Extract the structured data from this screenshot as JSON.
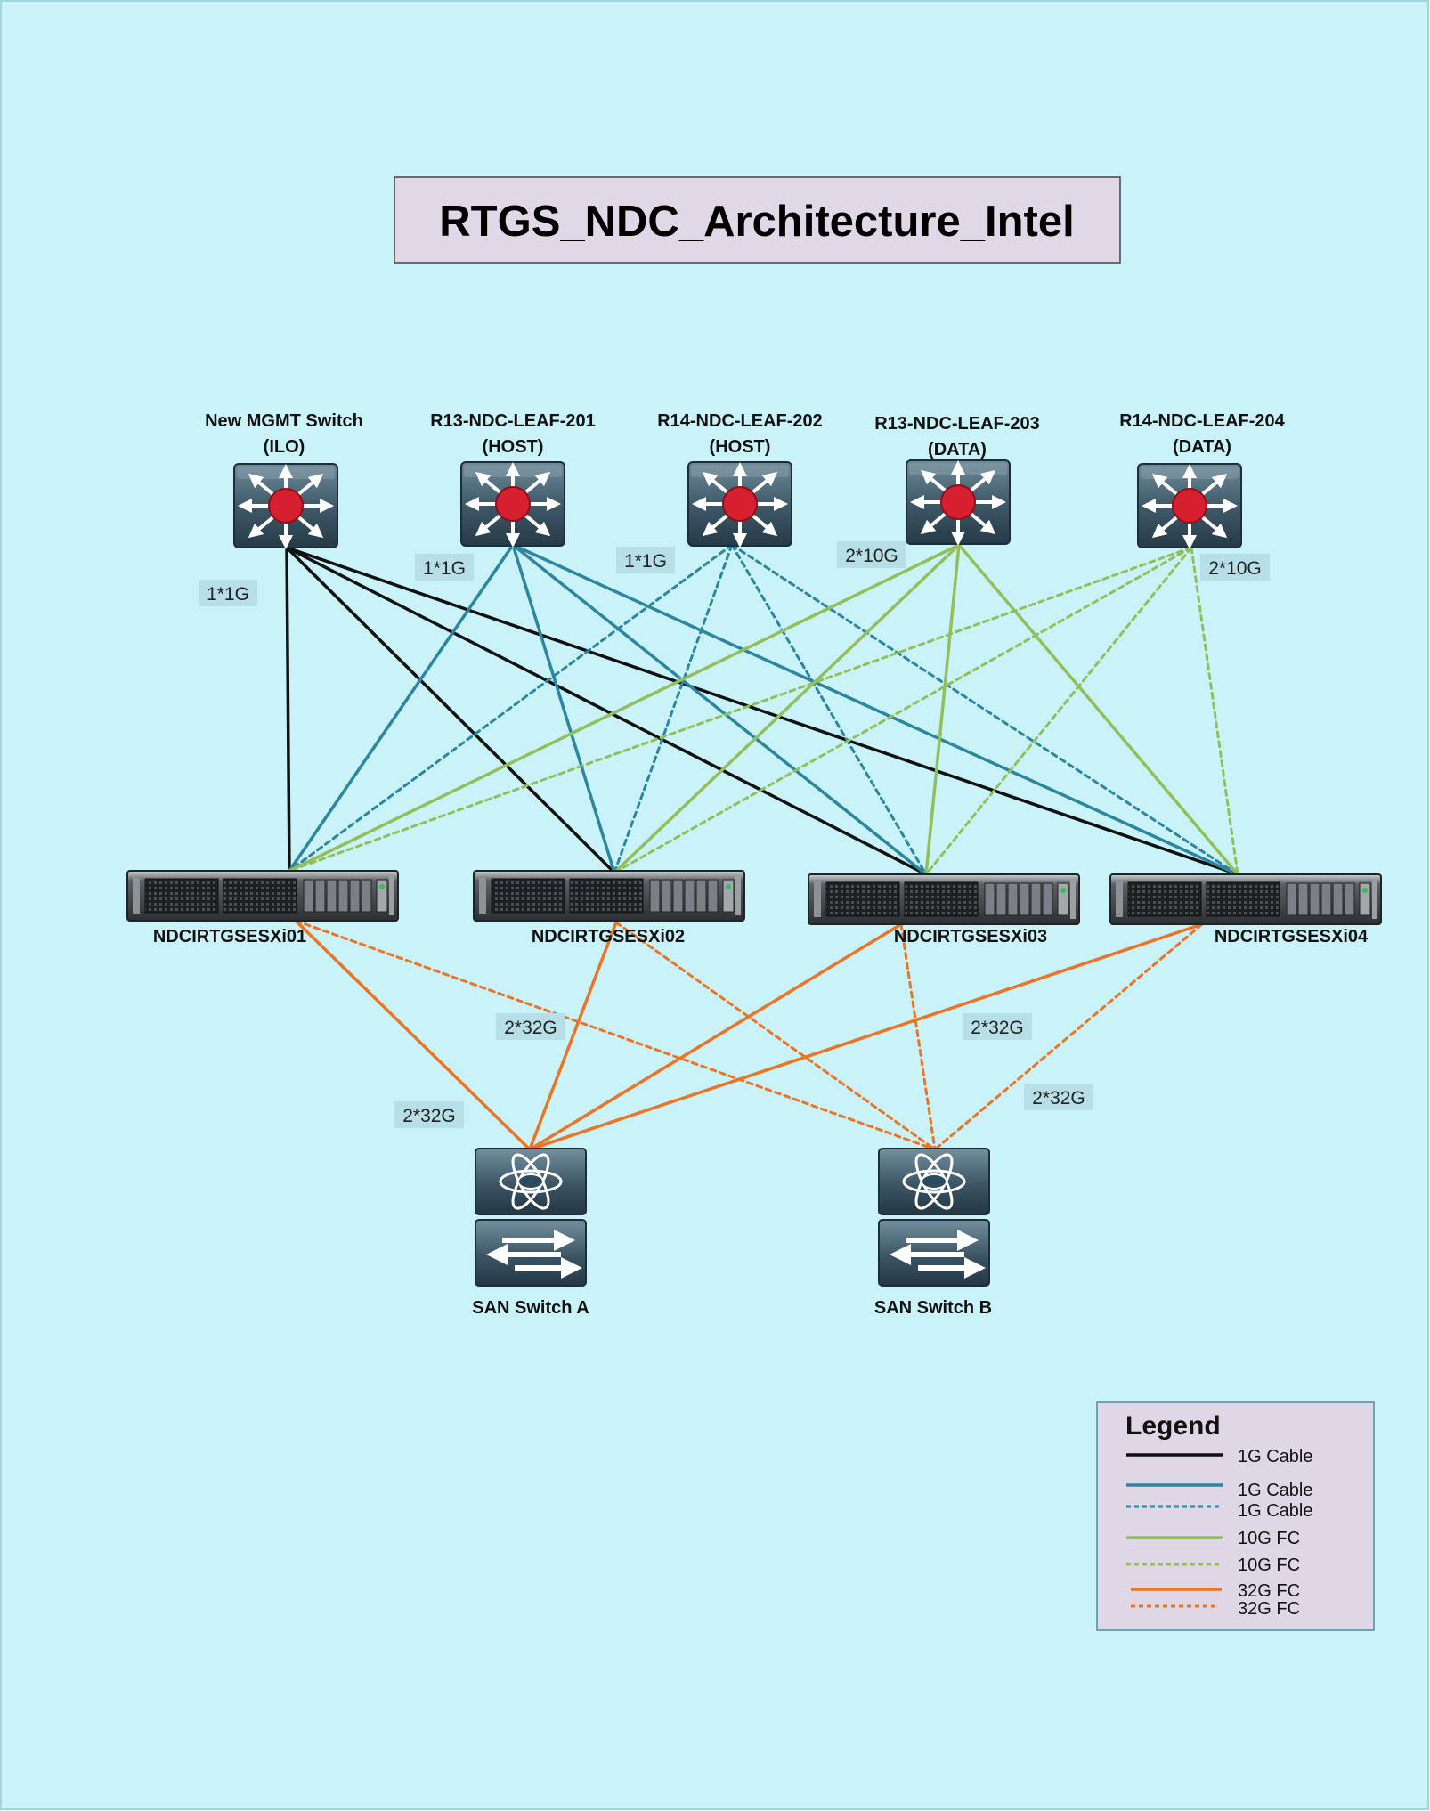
{
  "title": "RTGS_NDC_Architecture_Intel",
  "colors": {
    "background": "#c9f3f9",
    "title_box": "#e0d8e7",
    "legend_box": "#dfd7e5",
    "black_link": "#111111",
    "teal_link": "#2d86a0",
    "green_link": "#93bf5a",
    "orange_link": "#ec7424",
    "label_bg": "#b7dfe8"
  },
  "switches": [
    {
      "id": "mgmt",
      "line1": "New MGMT Switch",
      "line2": "(ILO)",
      "icon": "layer3-switch-icon"
    },
    {
      "id": "leaf201",
      "line1": "R13-NDC-LEAF-201",
      "line2": "(HOST)",
      "icon": "layer3-switch-icon"
    },
    {
      "id": "leaf202",
      "line1": "R14-NDC-LEAF-202",
      "line2": "(HOST)",
      "icon": "layer3-switch-icon"
    },
    {
      "id": "leaf203",
      "line1": "R13-NDC-LEAF-203",
      "line2": "(DATA)",
      "icon": "layer3-switch-icon"
    },
    {
      "id": "leaf204",
      "line1": "R14-NDC-LEAF-204",
      "line2": "(DATA)",
      "icon": "layer3-switch-icon"
    }
  ],
  "servers": [
    {
      "id": "esx01",
      "label": "NDCIRTGSESXi01",
      "icon": "rack-server-icon"
    },
    {
      "id": "esx02",
      "label": "NDCIRTGSESXi02",
      "icon": "rack-server-icon"
    },
    {
      "id": "esx03",
      "label": "NDCIRTGSESXi03",
      "icon": "rack-server-icon"
    },
    {
      "id": "esx04",
      "label": "NDCIRTGSESXi04",
      "icon": "rack-server-icon"
    }
  ],
  "san_switches": [
    {
      "id": "sanA",
      "label": "SAN Switch A",
      "icon": "fibre-channel-switch-icon"
    },
    {
      "id": "sanB",
      "label": "SAN Switch B",
      "icon": "fibre-channel-switch-icon"
    }
  ],
  "link_labels": {
    "mgmt": "1*1G",
    "leaf201": "1*1G",
    "leaf202": "1*1G",
    "leaf203": "2*10G",
    "leaf204": "2*10G",
    "san_1": "2*32G",
    "san_2": "2*32G",
    "san_3": "2*32G",
    "san_4": "2*32G"
  },
  "links": [
    {
      "from": "mgmt",
      "to": "esx01",
      "style": "black-solid"
    },
    {
      "from": "mgmt",
      "to": "esx02",
      "style": "black-solid"
    },
    {
      "from": "mgmt",
      "to": "esx03",
      "style": "black-solid"
    },
    {
      "from": "mgmt",
      "to": "esx04",
      "style": "black-solid"
    },
    {
      "from": "leaf201",
      "to": "esx01",
      "style": "teal-solid"
    },
    {
      "from": "leaf201",
      "to": "esx02",
      "style": "teal-solid"
    },
    {
      "from": "leaf201",
      "to": "esx03",
      "style": "teal-solid"
    },
    {
      "from": "leaf201",
      "to": "esx04",
      "style": "teal-solid"
    },
    {
      "from": "leaf202",
      "to": "esx01",
      "style": "teal-dashed"
    },
    {
      "from": "leaf202",
      "to": "esx02",
      "style": "teal-dashed"
    },
    {
      "from": "leaf202",
      "to": "esx03",
      "style": "teal-dashed"
    },
    {
      "from": "leaf202",
      "to": "esx04",
      "style": "teal-dashed"
    },
    {
      "from": "leaf203",
      "to": "esx01",
      "style": "green-solid"
    },
    {
      "from": "leaf203",
      "to": "esx02",
      "style": "green-solid"
    },
    {
      "from": "leaf203",
      "to": "esx03",
      "style": "green-solid"
    },
    {
      "from": "leaf203",
      "to": "esx04",
      "style": "green-solid"
    },
    {
      "from": "leaf204",
      "to": "esx01",
      "style": "green-dashed"
    },
    {
      "from": "leaf204",
      "to": "esx02",
      "style": "green-dashed"
    },
    {
      "from": "leaf204",
      "to": "esx03",
      "style": "green-dashed"
    },
    {
      "from": "leaf204",
      "to": "esx04",
      "style": "green-dashed"
    },
    {
      "from": "esx01",
      "to": "sanA",
      "style": "orange-solid"
    },
    {
      "from": "esx02",
      "to": "sanA",
      "style": "orange-solid"
    },
    {
      "from": "esx03",
      "to": "sanA",
      "style": "orange-solid"
    },
    {
      "from": "esx04",
      "to": "sanA",
      "style": "orange-solid"
    },
    {
      "from": "esx01",
      "to": "sanB",
      "style": "orange-dashed"
    },
    {
      "from": "esx02",
      "to": "sanB",
      "style": "orange-dashed"
    },
    {
      "from": "esx03",
      "to": "sanB",
      "style": "orange-dashed"
    },
    {
      "from": "esx04",
      "to": "sanB",
      "style": "orange-dashed"
    }
  ],
  "legend": {
    "title": "Legend",
    "items": [
      {
        "label": "1G Cable",
        "style": "black-solid"
      },
      {
        "label": "1G Cable",
        "style": "teal-solid"
      },
      {
        "label": "1G Cable",
        "style": "teal-dashed"
      },
      {
        "label": "10G FC",
        "style": "green-solid"
      },
      {
        "label": "10G FC",
        "style": "green-dashed"
      },
      {
        "label": "32G FC",
        "style": "orange-solid"
      },
      {
        "label": "32G FC",
        "style": "orange-dashed"
      }
    ]
  }
}
